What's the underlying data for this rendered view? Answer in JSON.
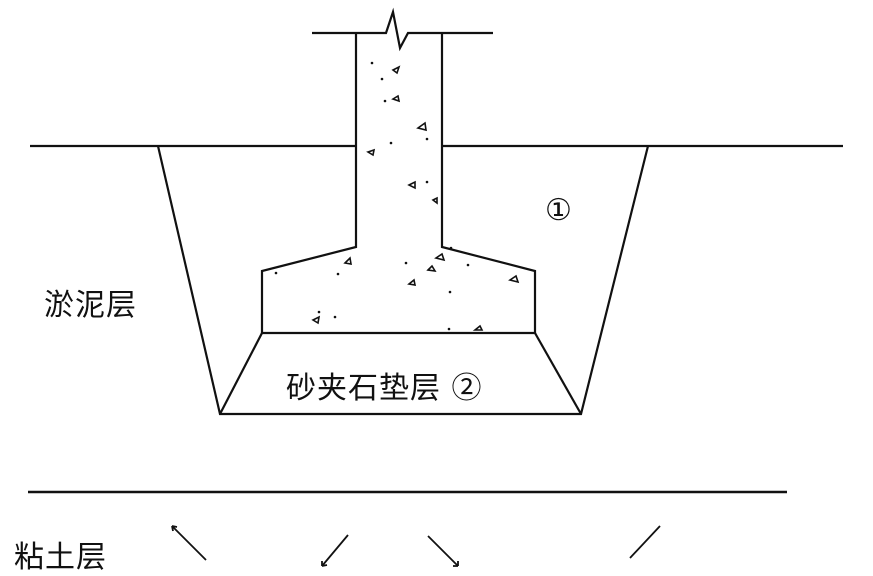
{
  "diagram": {
    "type": "foundation cross-section",
    "colors": {
      "line": "#111111",
      "background": "#ffffff"
    },
    "labels": {
      "silt_layer": "淤泥层",
      "gravel_cushion": "砂夹石垫层 ②",
      "clay_layer": "粘土层",
      "backfill_marker": "①"
    },
    "elements": [
      "ground surface line",
      "excavation trench (trapezoid)",
      "concrete column with break symbol",
      "stepped concrete footing",
      "sand-gravel cushion (trapezoid)",
      "clay layer boundary line",
      "clay hatching strokes"
    ]
  }
}
